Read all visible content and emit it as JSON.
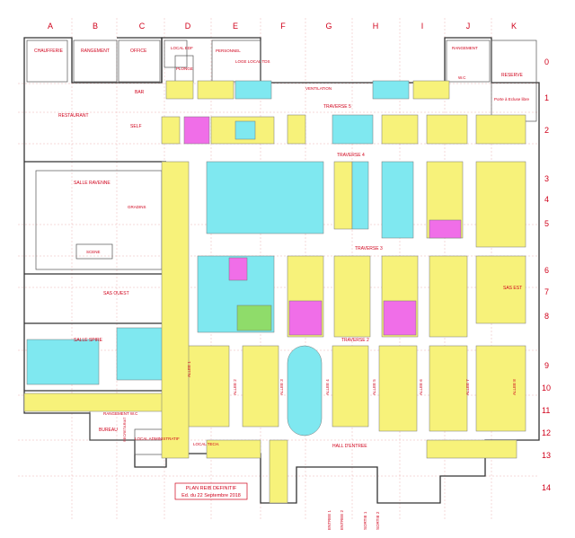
{
  "columns": [
    "A",
    "B",
    "C",
    "D",
    "E",
    "F",
    "G",
    "H",
    "I",
    "J",
    "K"
  ],
  "rows": [
    "0",
    "1",
    "2",
    "3",
    "4",
    "5",
    "6",
    "7",
    "8",
    "9",
    "10",
    "11",
    "12",
    "13",
    "14"
  ],
  "title": {
    "line1": "PLAN REIB DEFINITIF",
    "line2": "Ed. du 22 Septembre 2018"
  },
  "rooms": {
    "chaufferie": "CHAUFFERIE",
    "rangement_left": "RANGEMENT",
    "office": "OFFICE",
    "local_edf": "LOCAL EDF",
    "plonge": "PLONGE",
    "personnel": "PERSONNEL",
    "loge": "LOGE LOCAL TDS",
    "rangement_right": "RANGEMENT",
    "wc_top": "W.C",
    "reserve": "RESERVE",
    "bar": "BAR",
    "ventilation": "VENTILATION",
    "restaurant": "RESTAURANT",
    "self": "SELF",
    "porte": "Porte à Ecluse libre",
    "salle_ravenne": "SALLE RAVENNE",
    "gradins": "GRADINS",
    "scene": "SCENE",
    "sas_ouest": "SAS OUEST",
    "sas_est": "SAS EST",
    "salle_spire": "SALLE SPIRE",
    "bureau": "BUREAU",
    "secretariat": "SECRETARIAT",
    "local_admin": "LOCAL ADMINISTRATIF",
    "local_tech": "LOCAL TECH.",
    "hall": "HALL D'ENTREE",
    "rangement_wc": "RANGEMENT W.C"
  },
  "aisles": {
    "traverse5": "TRAVERSE 5",
    "traverse4": "TRAVERSE 4",
    "traverse3": "TRAVERSE 3",
    "traverse2": "TRAVERSE 2",
    "allee1": "ALLEE 1",
    "allee2": "ALLEE 2",
    "allee3": "ALLEE 3",
    "allee4": "ALLEE 4",
    "allee5": "ALLEE 5",
    "allee6": "ALLEE 6",
    "allee7": "ALLEE 7",
    "allee8": "ALLEE 8"
  },
  "entrances": [
    "ENTREE 1",
    "ENTREE 2",
    "SORTIE 1",
    "SORTIE 2"
  ],
  "colors": {
    "yellow": "#f7f27a",
    "cyan": "#7fe8f0",
    "green": "#8fdc6a",
    "magenta": "#f06ee8",
    "red": "#d0021b",
    "wall": "#333333"
  }
}
